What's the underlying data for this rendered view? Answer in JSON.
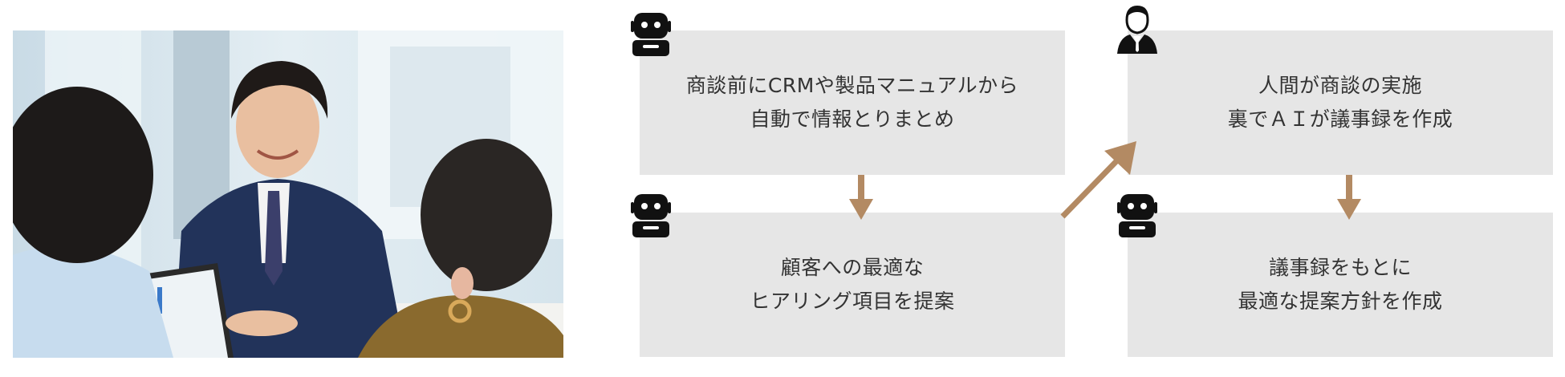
{
  "photo": {
    "description_icon": "business-meeting-photo"
  },
  "flow": {
    "steps": [
      {
        "actor": "robot-icon",
        "text": "商談前にCRMや製品マニュアルから\n自動で情報とりまとめ"
      },
      {
        "actor": "robot-icon",
        "text": "顧客への最適な\nヒアリング項目を提案"
      },
      {
        "actor": "person-icon",
        "text": "人間が商談の実施\n裏でＡＩが議事録を作成"
      },
      {
        "actor": "robot-icon",
        "text": "議事録をもとに\n最適な提案方針を作成"
      }
    ]
  },
  "colors": {
    "box_bg": "#e6e6e6",
    "arrow": "#b38a63",
    "icon": "#111111",
    "text": "#333333"
  }
}
